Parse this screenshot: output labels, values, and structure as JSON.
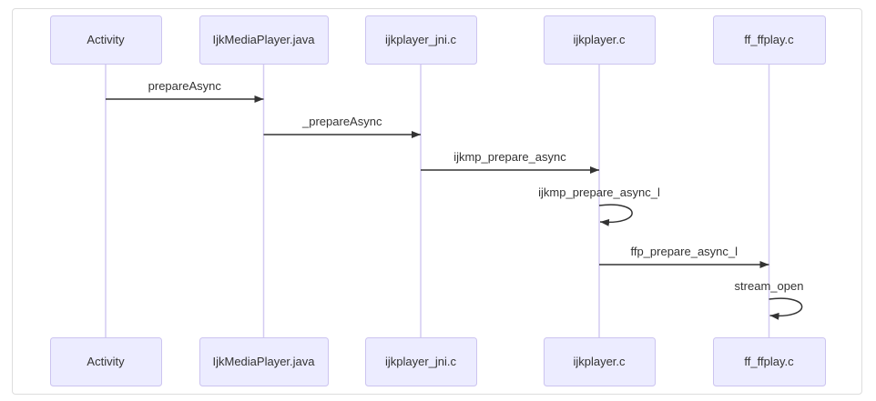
{
  "diagram": {
    "participants": [
      "Activity",
      "IjkMediaPlayer.java",
      "ijkplayer_jni.c",
      "ijkplayer.c",
      "ff_ffplay.c"
    ],
    "messages": [
      {
        "from": 0,
        "to": 1,
        "label": "prepareAsync"
      },
      {
        "from": 1,
        "to": 2,
        "label": "_prepareAsync"
      },
      {
        "from": 2,
        "to": 3,
        "label": "ijkmp_prepare_async"
      },
      {
        "from": 3,
        "to": 3,
        "label": "ijkmp_prepare_async_l"
      },
      {
        "from": 3,
        "to": 4,
        "label": "ffp_prepare_async_l"
      },
      {
        "from": 4,
        "to": 4,
        "label": "stream_open"
      }
    ]
  },
  "colors": {
    "box_fill": "#ECECFF",
    "box_border": "#CCC4F0",
    "lifeline": "#D4CCF2",
    "arrow": "#333333",
    "text": "#333333",
    "frame_border": "#DDDDDD"
  }
}
